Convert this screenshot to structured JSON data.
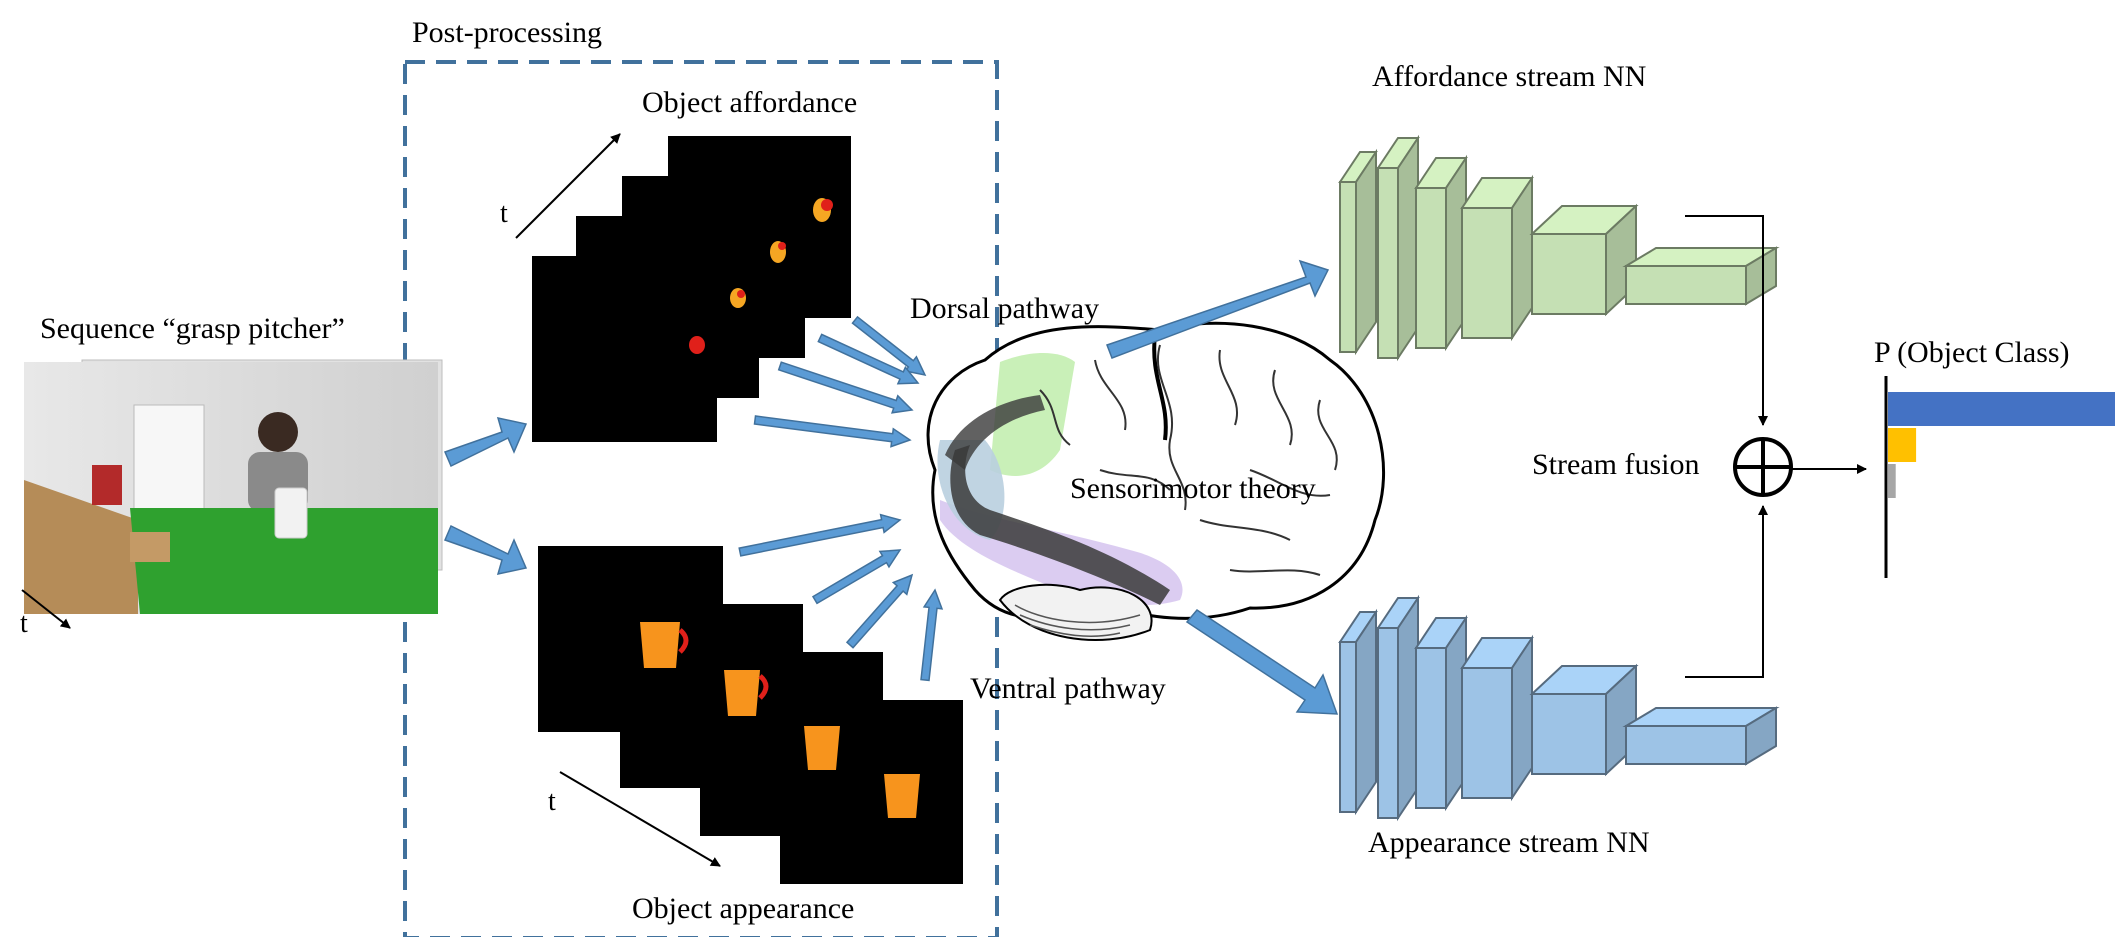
{
  "labels": {
    "post_processing": "Post-processing",
    "sequence": "Sequence “grasp pitcher”",
    "time_symbol": "t",
    "object_affordance": "Object affordance",
    "object_appearance": "Object appearance",
    "dorsal_pathway": "Dorsal pathway",
    "ventral_pathway": "Ventral pathway",
    "sensorimotor_theory": "Sensorimotor theory",
    "affordance_stream": "Affordance stream NN",
    "appearance_stream": "Appearance stream NN",
    "stream_fusion": "Stream fusion",
    "output": "P (Object Class)"
  },
  "output_probabilities": [
    {
      "color": "#4472c4",
      "value": 0.9
    },
    {
      "color": "#ffc000",
      "value": 0.11
    },
    {
      "color": "#a6a6a6",
      "value": 0.03
    }
  ],
  "colors": {
    "dashed_box": "#41719c",
    "arrow_fill": "#5b9bd5",
    "arrow_stroke": "#41719c",
    "affordance_nn": "#c5e0b4",
    "appearance_nn": "#9dc3e6",
    "dorsal_region": "#c6efb4",
    "ventral_region": "#d9c9f0"
  }
}
